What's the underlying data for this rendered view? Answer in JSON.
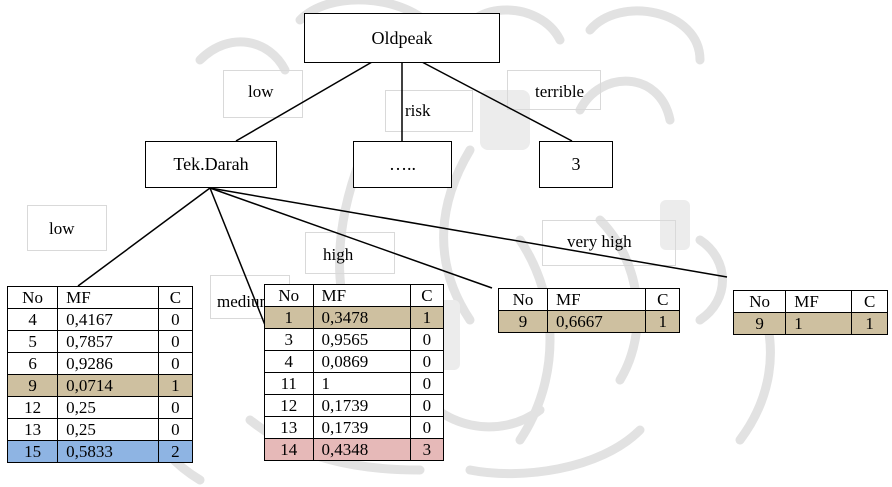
{
  "root": {
    "label": "Oldpeak"
  },
  "root_branches": {
    "low": "low",
    "risk": "risk",
    "terrible": "terrible"
  },
  "level1": {
    "left": "Tek.Darah",
    "middle": "…..",
    "right": "3"
  },
  "tek_branches": {
    "low": "low",
    "medium": "medium",
    "high": "high",
    "very_high": "very high"
  },
  "tables": {
    "low": {
      "headers": [
        "No",
        "MF",
        "C"
      ],
      "rows": [
        {
          "no": "4",
          "mf": "0,4167",
          "c": "0",
          "hl": ""
        },
        {
          "no": "5",
          "mf": "0,7857",
          "c": "0",
          "hl": ""
        },
        {
          "no": "6",
          "mf": "0,9286",
          "c": "0",
          "hl": ""
        },
        {
          "no": "9",
          "mf": "0,0714",
          "c": "1",
          "hl": "tan"
        },
        {
          "no": "12",
          "mf": "0,25",
          "c": "0",
          "hl": ""
        },
        {
          "no": "13",
          "mf": "0,25",
          "c": "0",
          "hl": ""
        },
        {
          "no": "15",
          "mf": "0,5833",
          "c": "2",
          "hl": "blue"
        }
      ]
    },
    "medium": {
      "headers": [
        "No",
        "MF",
        "C"
      ],
      "rows": [
        {
          "no": "1",
          "mf": "0,3478",
          "c": "1",
          "hl": "tan"
        },
        {
          "no": "3",
          "mf": "0,9565",
          "c": "0",
          "hl": ""
        },
        {
          "no": "4",
          "mf": "0,0869",
          "c": "0",
          "hl": ""
        },
        {
          "no": "11",
          "mf": "1",
          "c": "0",
          "hl": ""
        },
        {
          "no": "12",
          "mf": "0,1739",
          "c": "0",
          "hl": ""
        },
        {
          "no": "13",
          "mf": "0,1739",
          "c": "0",
          "hl": ""
        },
        {
          "no": "14",
          "mf": "0,4348",
          "c": "3",
          "hl": "pink"
        }
      ]
    },
    "high": {
      "headers": [
        "No",
        "MF",
        "C"
      ],
      "rows": [
        {
          "no": "9",
          "mf": "0,6667",
          "c": "1",
          "hl": "tan"
        }
      ]
    },
    "very_high": {
      "headers": [
        "No",
        "MF",
        "C"
      ],
      "rows": [
        {
          "no": "9",
          "mf": "1",
          "c": "1",
          "hl": "tan"
        }
      ]
    }
  },
  "colors": {
    "tan": "#cec0a0",
    "blue": "#8eb4e3",
    "pink": "#e6b9b8",
    "watermark": "#e2e2e2"
  }
}
